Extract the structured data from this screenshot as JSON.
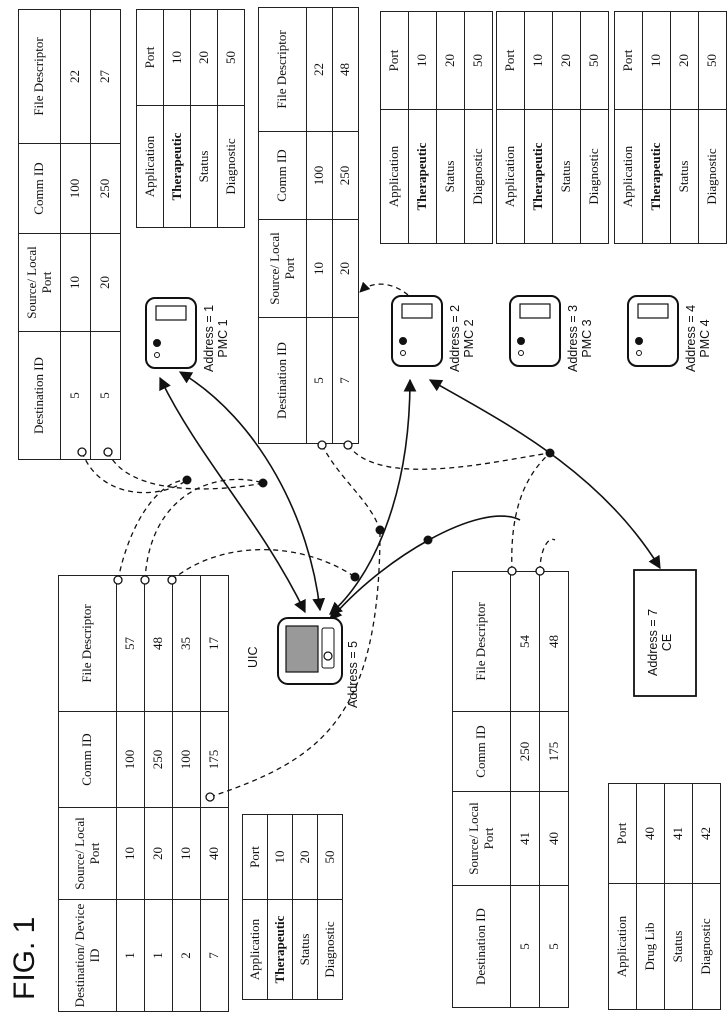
{
  "figure_label": "FIG. 1",
  "uic_table": {
    "headers": [
      "Destination/ Device ID",
      "Source/ Local Port",
      "Comm ID",
      "File Descriptor"
    ],
    "rows": [
      [
        "1",
        "10",
        "100",
        "57"
      ],
      [
        "1",
        "20",
        "250",
        "48"
      ],
      [
        "2",
        "10",
        "100",
        "35"
      ],
      [
        "7",
        "40",
        "175",
        "17"
      ]
    ]
  },
  "uic_ports": {
    "headers": [
      "Application",
      "Port"
    ],
    "rows": [
      [
        "Therapeutic",
        "10"
      ],
      [
        "Status",
        "20"
      ],
      [
        "Diagnostic",
        "50"
      ]
    ]
  },
  "pmc1_table": {
    "headers": [
      "Destination ID",
      "Source/ Local Port",
      "Comm ID",
      "File Descriptor"
    ],
    "rows": [
      [
        "5",
        "10",
        "100",
        "22"
      ],
      [
        "5",
        "20",
        "250",
        "27"
      ]
    ]
  },
  "pmc1_ports": {
    "headers": [
      "Application",
      "Port"
    ],
    "rows": [
      [
        "Therapeutic",
        "10"
      ],
      [
        "Status",
        "20"
      ],
      [
        "Diagnostic",
        "50"
      ]
    ]
  },
  "pmc2_table": {
    "headers": [
      "Destination ID",
      "Source/ Local Port",
      "Comm ID",
      "File Descriptor"
    ],
    "rows": [
      [
        "5",
        "10",
        "100",
        "22"
      ],
      [
        "7",
        "20",
        "250",
        "48"
      ]
    ]
  },
  "pmc2_ports": {
    "headers": [
      "Application",
      "Port"
    ],
    "rows": [
      [
        "Therapeutic",
        "10"
      ],
      [
        "Status",
        "20"
      ],
      [
        "Diagnostic",
        "50"
      ]
    ]
  },
  "pmc3_ports": {
    "headers": [
      "Application",
      "Port"
    ],
    "rows": [
      [
        "Therapeutic",
        "10"
      ],
      [
        "Status",
        "20"
      ],
      [
        "Diagnostic",
        "50"
      ]
    ]
  },
  "pmc4_ports": {
    "headers": [
      "Application",
      "Port"
    ],
    "rows": [
      [
        "Therapeutic",
        "10"
      ],
      [
        "Status",
        "20"
      ],
      [
        "Diagnostic",
        "50"
      ]
    ]
  },
  "ce_table": {
    "headers": [
      "Destination ID",
      "Source/ Local Port",
      "Comm ID",
      "File Descriptor"
    ],
    "rows": [
      [
        "5",
        "41",
        "250",
        "54"
      ],
      [
        "5",
        "40",
        "175",
        "48"
      ]
    ]
  },
  "ce_ports": {
    "headers": [
      "Application",
      "Port"
    ],
    "rows": [
      [
        "Drug Lib",
        "40"
      ],
      [
        "Status",
        "41"
      ],
      [
        "Diagnostic",
        "42"
      ]
    ]
  },
  "devices": {
    "uic_name": "UIC",
    "uic_address": "Address = 5",
    "pmc1_address": "Address = 1",
    "pmc1_name": "PMC 1",
    "pmc2_address": "Address = 2",
    "pmc2_name": "PMC 2",
    "pmc3_address": "Address = 3",
    "pmc3_name": "PMC 3",
    "pmc4_address": "Address = 4",
    "pmc4_name": "PMC 4",
    "ce_address": "Address = 7",
    "ce_name": "CE"
  }
}
